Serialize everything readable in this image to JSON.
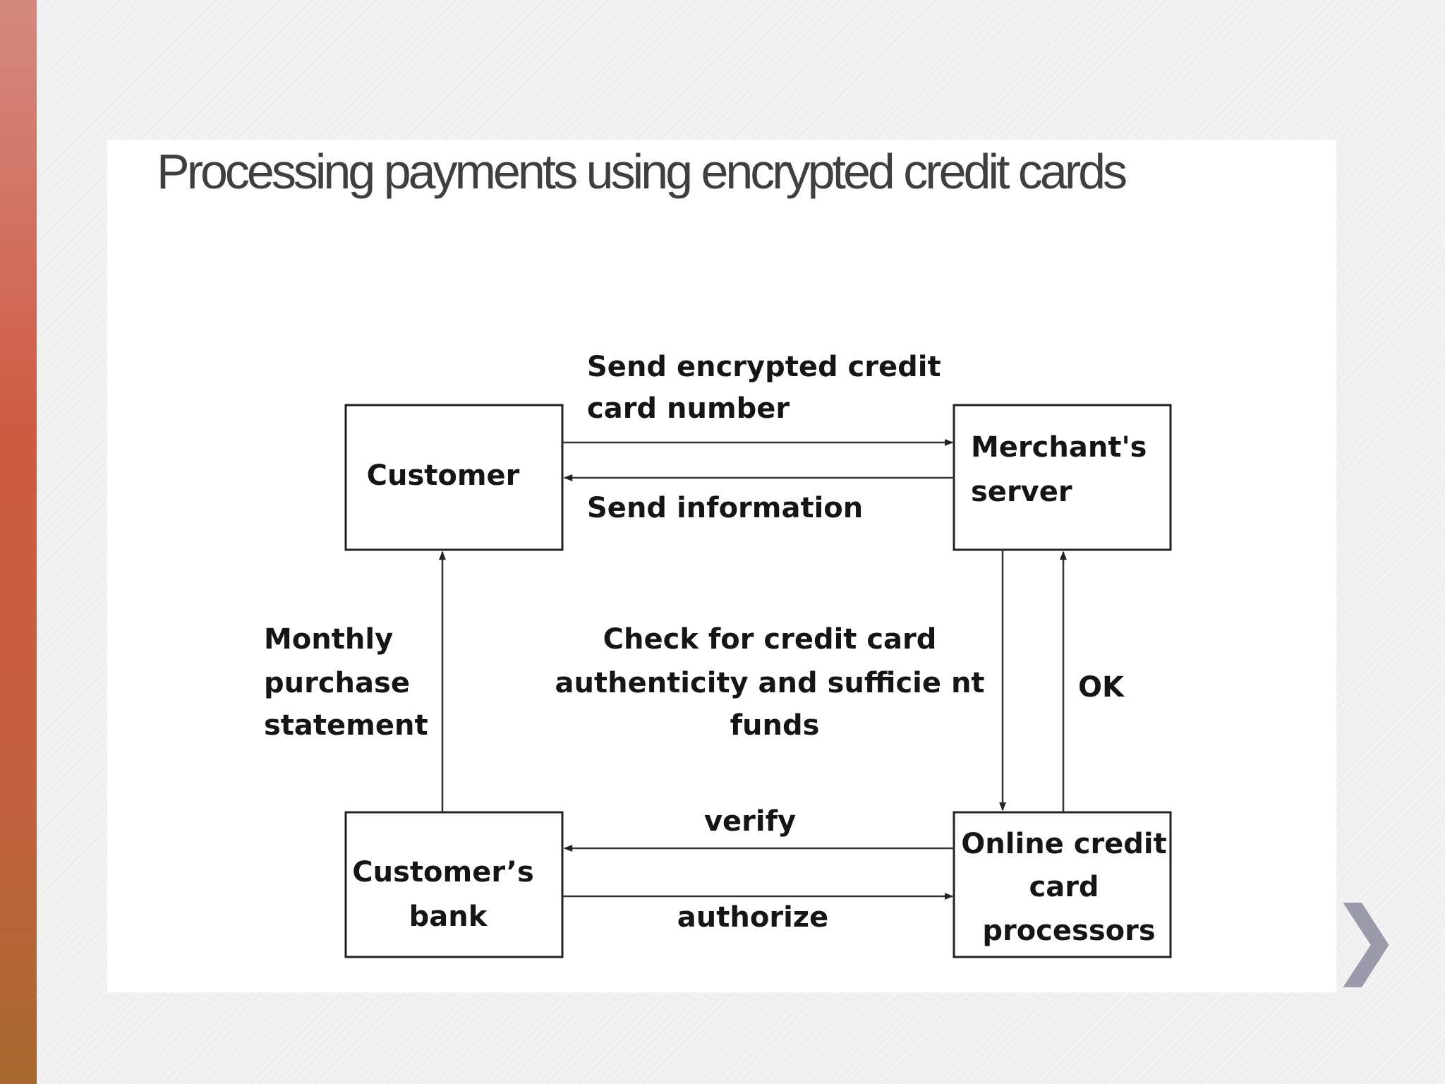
{
  "slide": {
    "title": "Processing payments using encrypted credit cards"
  },
  "diagram": {
    "nodes": {
      "customer": {
        "lines": [
          "Customer"
        ]
      },
      "merchant_server": {
        "lines": [
          "Merchant's",
          "server"
        ]
      },
      "customers_bank": {
        "lines": [
          "Customer’s",
          "bank"
        ]
      },
      "processors": {
        "lines": [
          "Online credit",
          "card",
          "processors"
        ]
      }
    },
    "edges": {
      "send_encrypted": {
        "lines": [
          "Send encrypted credit",
          "card number"
        ]
      },
      "send_information": {
        "lines": [
          "Send information"
        ]
      },
      "monthly_statement": {
        "lines": [
          "Monthly",
          "purchase",
          "statement"
        ]
      },
      "check_authenticity": {
        "lines": [
          "Check for credit card",
          "authenticity and sufficie nt",
          "funds"
        ]
      },
      "ok": {
        "lines": [
          "OK"
        ]
      },
      "verify": {
        "lines": [
          "verify"
        ]
      },
      "authorize": {
        "lines": [
          "authorize"
        ]
      }
    }
  },
  "navigation": {
    "next_icon": "chevron-right-icon",
    "next_glyph": "❯"
  },
  "colors": {
    "accent_bar": "#cf5a44",
    "title_text": "#3f3f3f",
    "nav_arrow": "#9a9aaa"
  }
}
